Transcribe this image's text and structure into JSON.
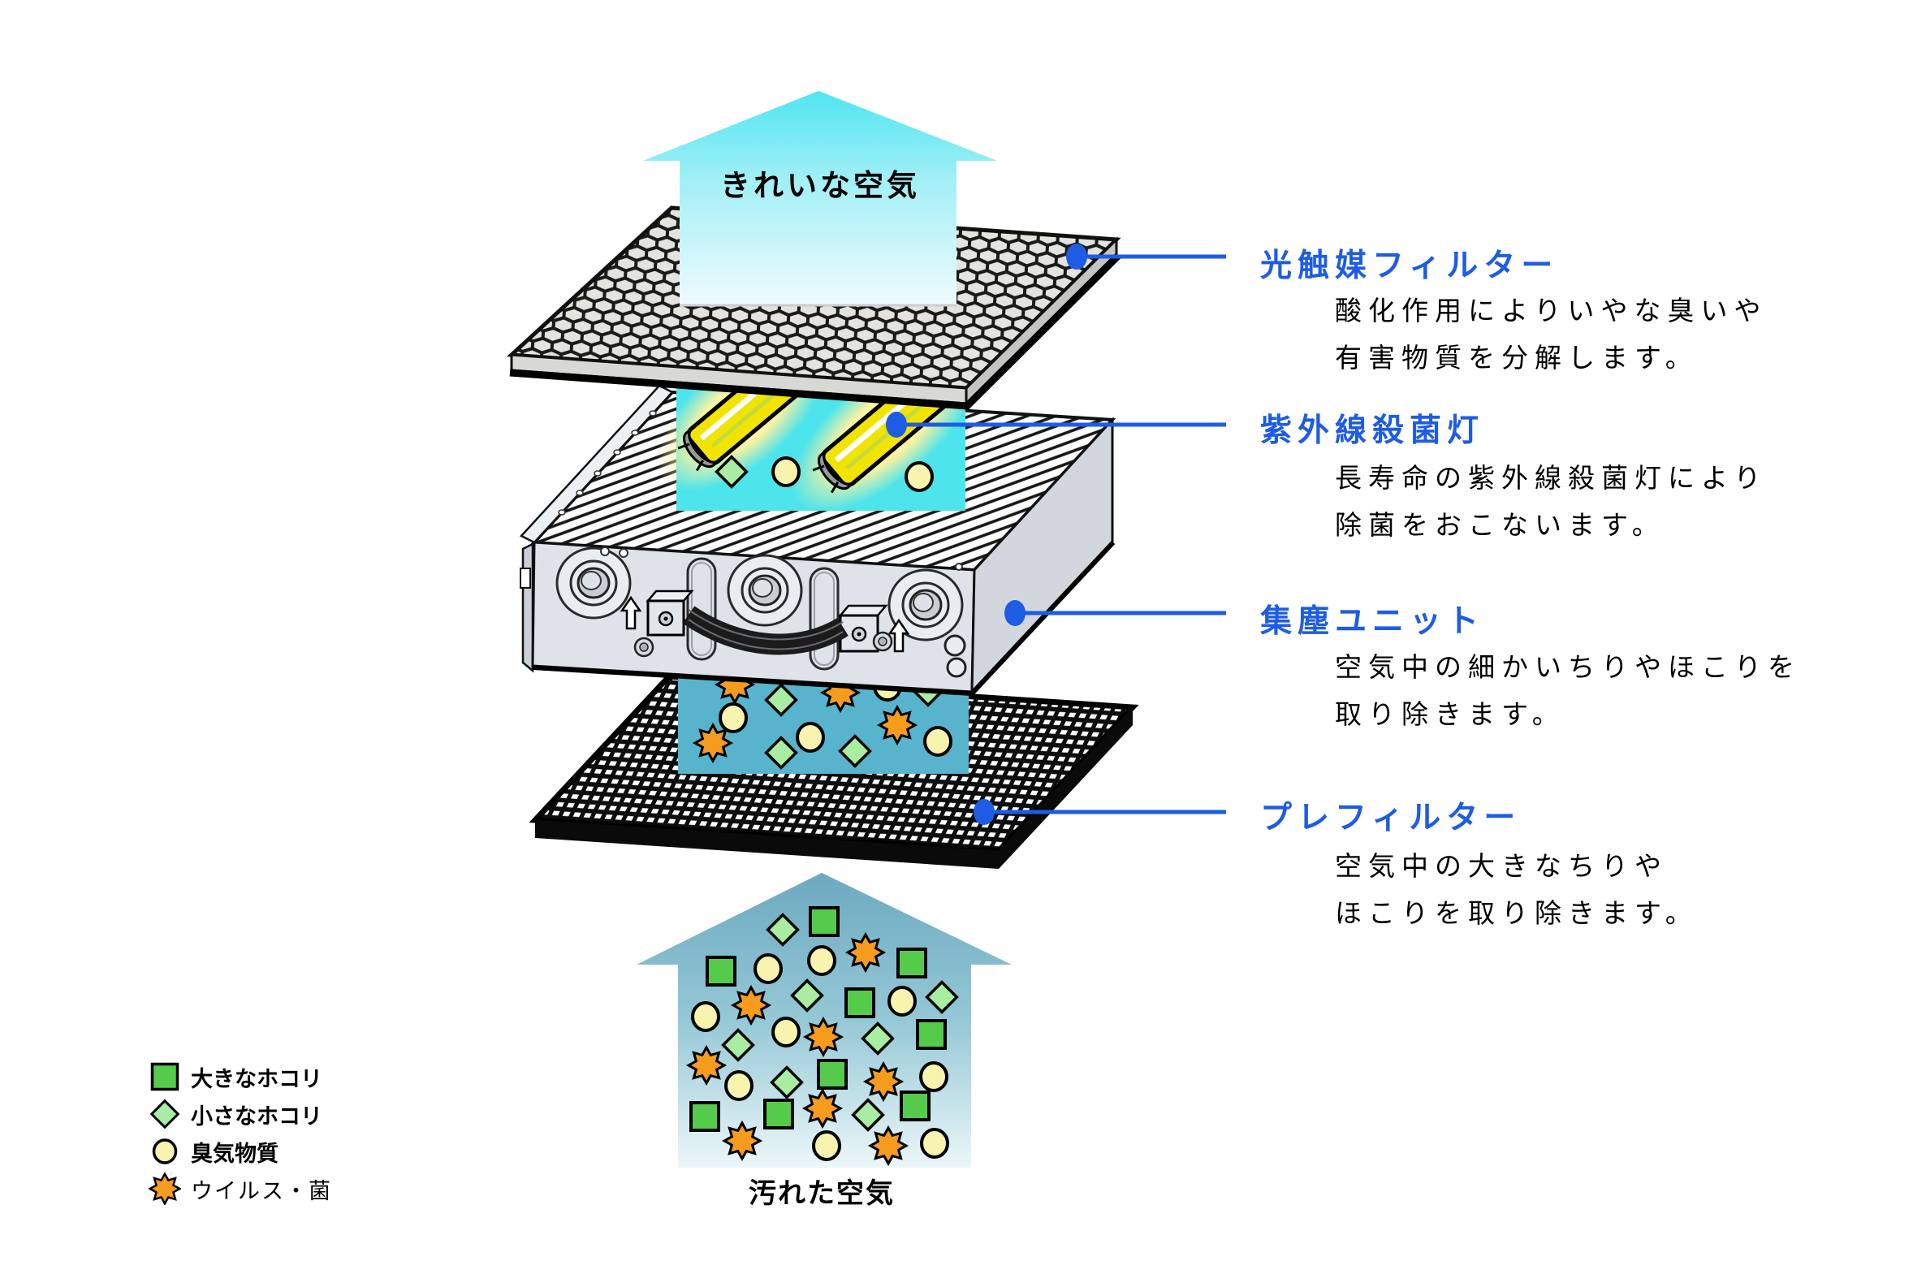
{
  "diagram": {
    "clean_air_label": "きれいな空気",
    "dirty_air_label": "汚れた空気",
    "callouts": [
      {
        "title": "光触媒フィルター",
        "desc1": "酸化作用によりいやな臭いや",
        "desc2": "有害物質を分解します。"
      },
      {
        "title": "紫外線殺菌灯",
        "desc1": "長寿命の紫外線殺菌灯により",
        "desc2": "除菌をおこないます。"
      },
      {
        "title": "集塵ユニット",
        "desc1": "空気中の細かいちりやほこりを",
        "desc2": "取り除きます。"
      },
      {
        "title": "プレフィルター",
        "desc1": "空気中の大きなちりや",
        "desc2": "ほこりを取り除きます。"
      }
    ],
    "legend": {
      "items": [
        {
          "icon": "large-dust-square-icon",
          "label": "大きなホコリ",
          "color": "#55CB4C"
        },
        {
          "icon": "small-dust-diamond-icon",
          "label": "小さなホコリ",
          "color": "#A9EDA2"
        },
        {
          "icon": "odor-substance-circle-icon",
          "label": "臭気物質",
          "color": "#F8F3AE"
        },
        {
          "icon": "virus-bacteria-star-icon",
          "label": "ウイルス・菌",
          "color": "#F59B1E"
        }
      ]
    },
    "colors": {
      "callout_blue": "#1E5CE4",
      "clean_air_cyan": "#4FE5F1",
      "uv_panel_cyan": "#4DE4EC",
      "dirty_air_teal": "#6CA9C0",
      "dust_panel_teal": "#57B4CC",
      "lamp_yellow": "#F1E400"
    }
  }
}
